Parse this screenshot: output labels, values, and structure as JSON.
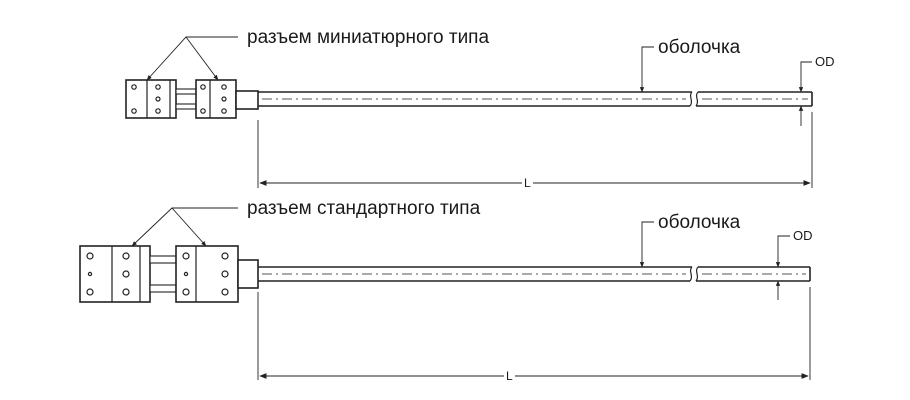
{
  "diagram_1": {
    "connector_label": "разъем миниатюрного типа",
    "sheath_label": "оболочка",
    "od_label": "OD",
    "length_label": "L"
  },
  "diagram_2": {
    "connector_label": "разъем стандартного типа",
    "sheath_label": "оболочка",
    "od_label": "OD",
    "length_label": "L"
  }
}
